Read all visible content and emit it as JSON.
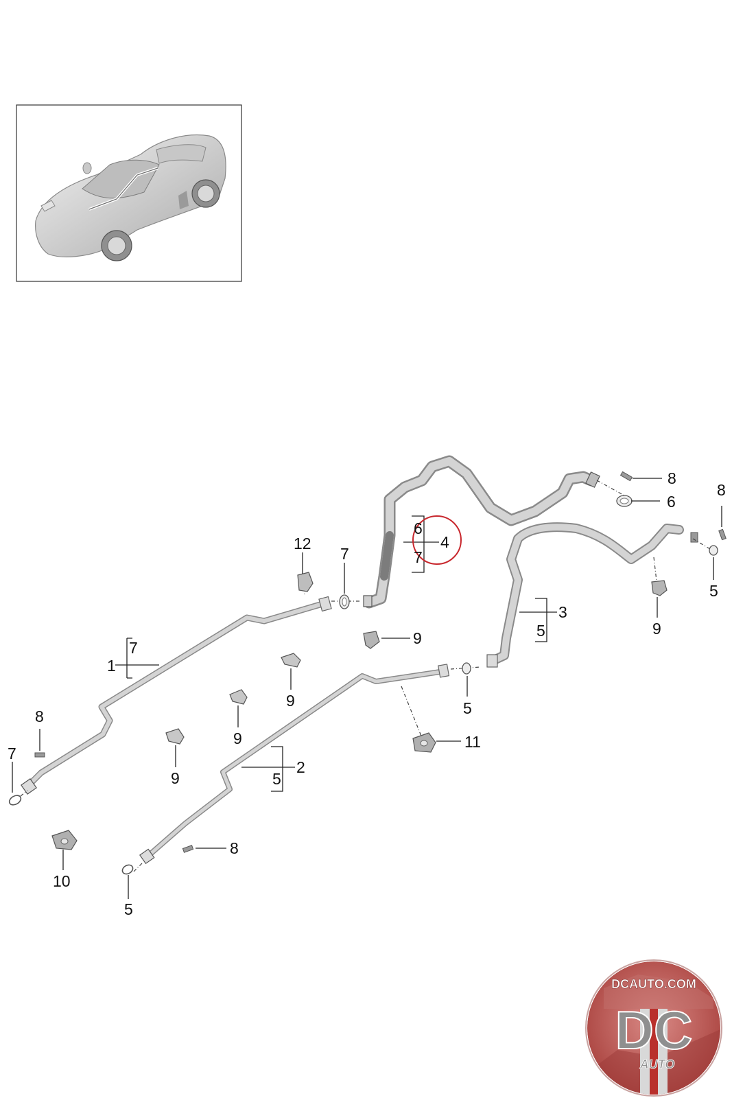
{
  "callouts": {
    "c1": "1",
    "c1_sub": "7",
    "c2": "2",
    "c2_sub": "5",
    "c3": "3",
    "c3_sub": "5",
    "c4": "4",
    "c4_sub_a": "6",
    "c4_sub_b": "7",
    "c5_a": "5",
    "c5_b": "5",
    "c5_c": "5",
    "c6": "6",
    "c7_a": "7",
    "c7_b": "7",
    "c8_a": "8",
    "c8_b": "8",
    "c8_c": "8",
    "c8_d": "8",
    "c9_a": "9",
    "c9_b": "9",
    "c9_c": "9",
    "c9_d": "9",
    "c9_e": "9",
    "c10": "10",
    "c11": "11",
    "c12": "12"
  },
  "logo": {
    "top_text": "DCAUTO.COM",
    "mark": "DC",
    "bottom_text": "AUTO"
  },
  "colors": {
    "pipe_outline": "#8a8a8a",
    "pipe_fill": "#d4d4d4",
    "highlight_circle": "#c8272d",
    "logo_red": "#b8413f",
    "logo_grey": "#8f8f8f"
  }
}
